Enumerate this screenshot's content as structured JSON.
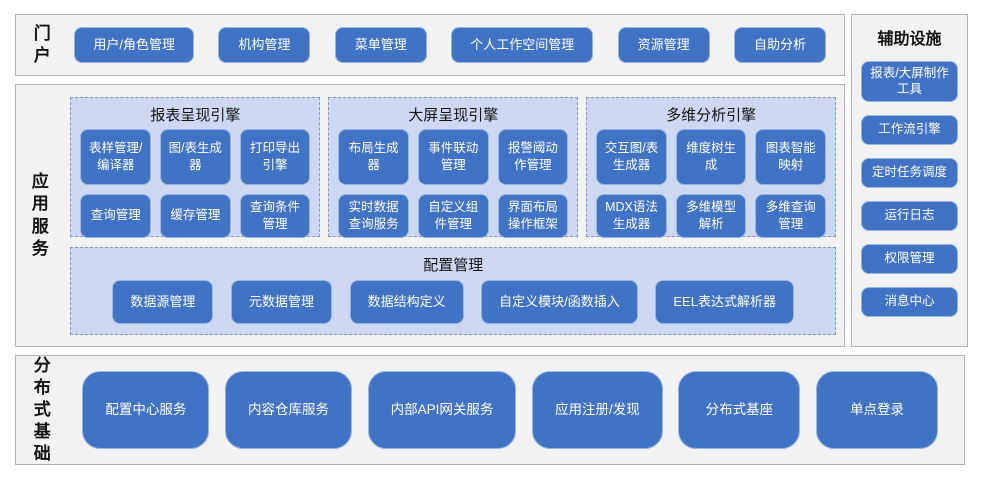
{
  "portal": {
    "label": "门户",
    "items": [
      "用户/角色管理",
      "机构管理",
      "菜单管理",
      "个人工作空间管理",
      "资源管理",
      "自助分析"
    ]
  },
  "app_services": {
    "label": "应用服务",
    "engines": [
      {
        "title": "报表呈现引擎",
        "items": [
          "表样管理/编译器",
          "图/表生成器",
          "打印导出引擎",
          "查询管理",
          "缓存管理",
          "查询条件管理"
        ]
      },
      {
        "title": "大屏呈现引擎",
        "items": [
          "布局生成器",
          "事件联动管理",
          "报警阈动作管理",
          "实时数据查询服务",
          "自定义组件管理",
          "界面布局操作框架"
        ]
      },
      {
        "title": "多维分析引擎",
        "items": [
          "交互图/表生成器",
          "维度树生成",
          "图表智能映射",
          "MDX语法生成器",
          "多维模型解析",
          "多维查询管理"
        ]
      }
    ],
    "config": {
      "title": "配置管理",
      "items": [
        "数据源管理",
        "元数据管理",
        "数据结构定义",
        "自定义模块/函数插入",
        "EEL表达式解析器"
      ]
    }
  },
  "auxiliary": {
    "title": "辅助设施",
    "items": [
      "报表/大屏制作工具",
      "工作流引擎",
      "定时任务调度",
      "运行日志",
      "权限管理",
      "消息中心"
    ]
  },
  "distributed": {
    "label": "分布式基础",
    "items": [
      "配置中心服务",
      "内容仓库服务",
      "内部API网关服务",
      "应用注册/发现",
      "分布式基座",
      "单点登录"
    ]
  },
  "colors": {
    "button_fill": "#4173c4",
    "button_border": "#96b4de",
    "panel_fill": "#cdd9f2",
    "panel_border": "#8096bf",
    "section_fill": "#f2f2f2",
    "section_border": "#b3b3b3",
    "button_text": "#ffffff"
  }
}
